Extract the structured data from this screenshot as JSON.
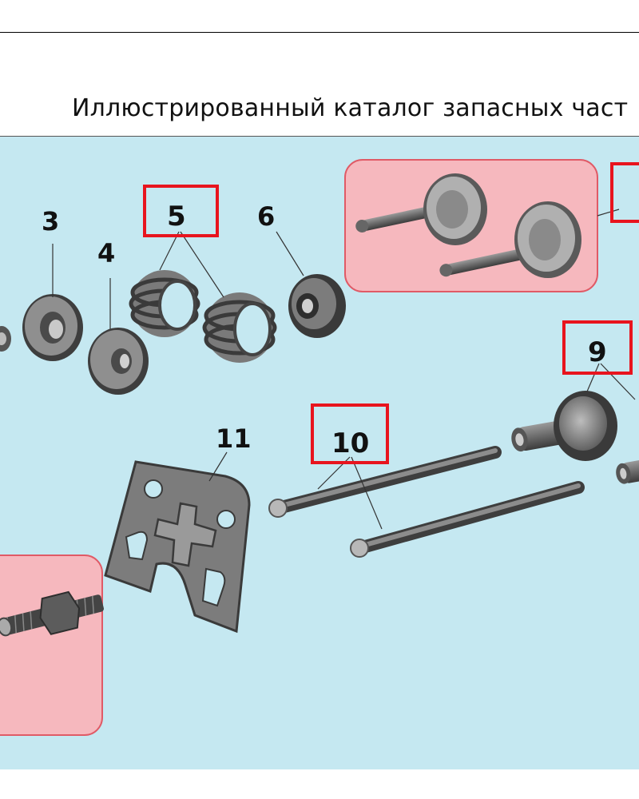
{
  "page": {
    "title": "Иллюстрированный каталог запасных част"
  },
  "diagram": {
    "callouts": [
      {
        "id": "3",
        "label": "3"
      },
      {
        "id": "4",
        "label": "4"
      },
      {
        "id": "5",
        "label": "5",
        "boxed": true
      },
      {
        "id": "6",
        "label": "6"
      },
      {
        "id": "9",
        "label": "9",
        "boxed": true
      },
      {
        "id": "10",
        "label": "10",
        "boxed": true
      },
      {
        "id": "11",
        "label": "11"
      }
    ],
    "colors": {
      "background": "#c5e8f1",
      "highlight_fill": "#f6b8be",
      "highlight_stroke": "#e05a66",
      "callout_box": "#e8141e",
      "part_dark": "#4a4a4a",
      "part_mid": "#8a8a8a",
      "part_light": "#c8c8c8"
    }
  }
}
